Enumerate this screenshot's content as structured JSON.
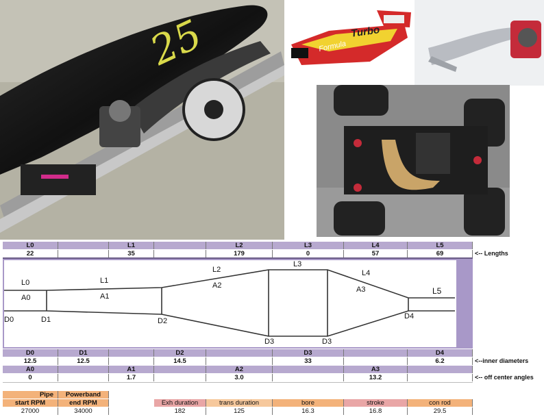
{
  "images": {
    "rc_boat_hull_number": "25",
    "toy_boat_text": "Turbo",
    "toy_boat_text_2": "Formula"
  },
  "lengths": {
    "headers": [
      "L0",
      "",
      "L1",
      "",
      "L2",
      "L3",
      "L4",
      "L5"
    ],
    "values": [
      "22",
      "",
      "35",
      "",
      "179",
      "0",
      "57",
      "69"
    ],
    "note": "<-- Lengths"
  },
  "diagram": {
    "labels": {
      "L0": "L0",
      "A0": "A0",
      "D0": "D0",
      "D1": "D1",
      "L1": "L1",
      "A1": "A1",
      "D2": "D2",
      "L2": "L2",
      "A2": "A2",
      "L3": "L3",
      "D3a": "D3",
      "D3b": "D3",
      "L4": "L4",
      "A3": "A3",
      "D4": "D4",
      "L5": "L5"
    }
  },
  "diameters": {
    "headers": [
      "D0",
      "D1",
      "",
      "D2",
      "",
      "D3",
      "",
      "D4"
    ],
    "values": [
      "12.5",
      "12.5",
      "",
      "14.5",
      "",
      "33",
      "",
      "6.2"
    ],
    "note": "<--inner diameters"
  },
  "angles": {
    "headers": [
      "A0",
      "",
      "A1",
      "",
      "A2",
      "",
      "A3",
      ""
    ],
    "values": [
      "0",
      "",
      "1.7",
      "",
      "3.0",
      "",
      "13.2",
      ""
    ],
    "note": "<-- off center angles"
  },
  "rpm": {
    "header_top": [
      "Pipe",
      "Powerband"
    ],
    "header_bottom": [
      "start RPM",
      "end RPM"
    ],
    "values": [
      "27000",
      "34000"
    ]
  },
  "engine": {
    "headers": [
      "Exh duration",
      "trans duration",
      "bore",
      "stroke",
      "con rod"
    ],
    "values": [
      "182",
      "125",
      "16.3",
      "16.8",
      "29.5"
    ]
  },
  "colors": {
    "header_purple": "#b7a9cf",
    "frame_purple": "#a898c8",
    "orange": "#f3b27a",
    "pink": "#e9a6a6"
  }
}
